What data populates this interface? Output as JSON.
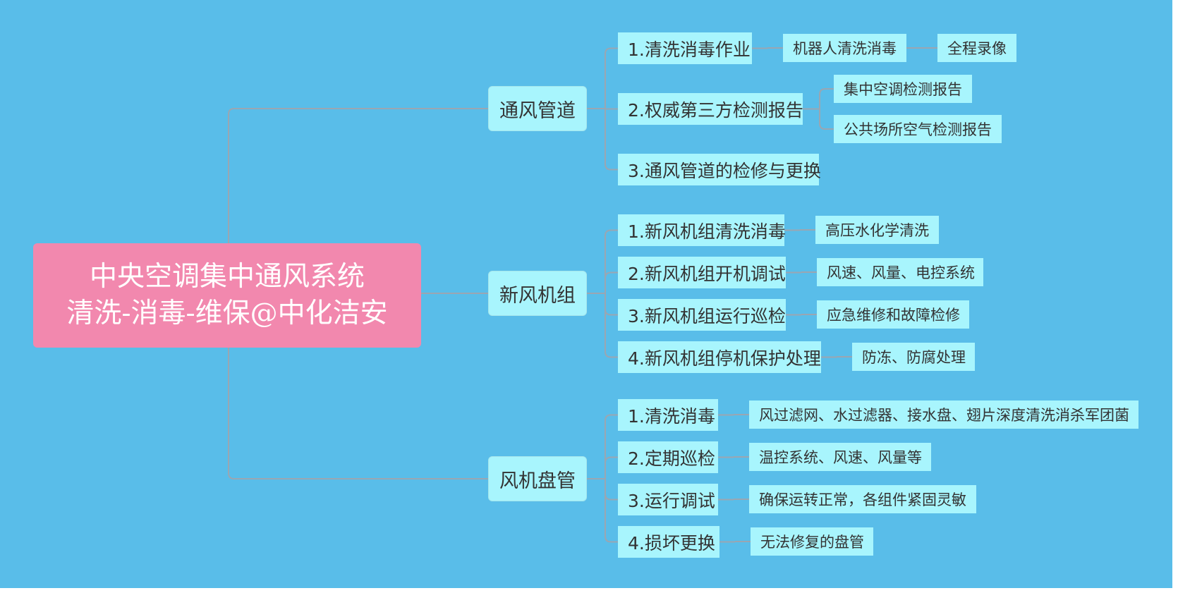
{
  "colors": {
    "background": "#59bde9",
    "root_fill": "#f288ae",
    "node_fill": "#a8f5fd",
    "connector": "#9aa6b2",
    "frame": "#ffffff"
  },
  "root": {
    "line1": "中央空调集中通风系统",
    "line2": "清洗-消毒-维保@中化洁安"
  },
  "branches": [
    {
      "label": "通风管道",
      "children": [
        {
          "label": "1.清洗消毒作业",
          "children": [
            "机器人清洗消毒",
            "全程录像"
          ]
        },
        {
          "label": "2.权威第三方检测报告",
          "children": [
            "集中空调检测报告",
            "公共场所空气检测报告"
          ]
        },
        {
          "label": "3.通风管道的检修与更换",
          "children": []
        }
      ]
    },
    {
      "label": "新风机组",
      "children": [
        {
          "label": "1.新风机组清洗消毒",
          "children": [
            "高压水化学清洗"
          ]
        },
        {
          "label": "2.新风机组开机调试",
          "children": [
            "风速、风量、电控系统"
          ]
        },
        {
          "label": "3.新风机组运行巡检",
          "children": [
            "应急维修和故障检修"
          ]
        },
        {
          "label": "4.新风机组停机保护处理",
          "children": [
            "防冻、防腐处理"
          ]
        }
      ]
    },
    {
      "label": "风机盘管",
      "children": [
        {
          "label": "1.清洗消毒",
          "children": [
            "风过滤网、水过滤器、接水盘、翅片深度清洗消杀军团菌"
          ]
        },
        {
          "label": "2.定期巡检",
          "children": [
            "温控系统、风速、风量等"
          ]
        },
        {
          "label": "3.运行调试",
          "children": [
            "确保运转正常，各组件紧固灵敏"
          ]
        },
        {
          "label": "4.损坏更换",
          "children": [
            "无法修复的盘管"
          ]
        }
      ]
    }
  ]
}
